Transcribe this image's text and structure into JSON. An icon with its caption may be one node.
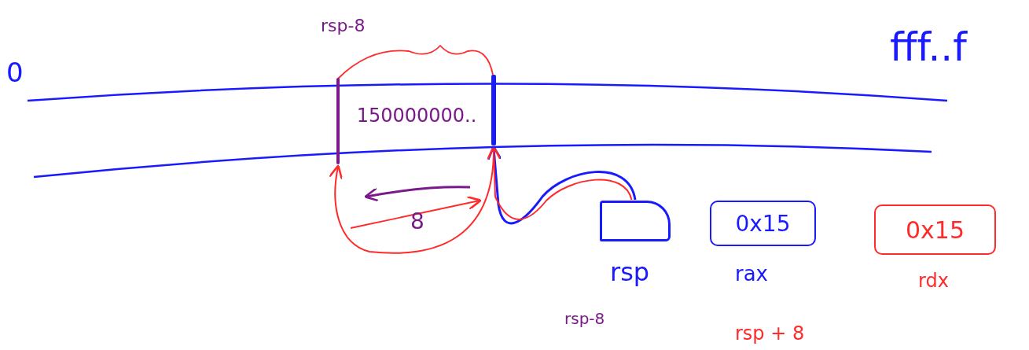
{
  "diagram": {
    "nodes": [
      {
        "text": [],
        "shape": "bar",
        "beside": [
          "0",
          "fff..f"
        ]
      },
      {
        "text": [
          "150000000.."
        ],
        "in": 0
      },
      {
        "text": [],
        "shape": "bar",
        "in": 0
      },
      {
        "text": [],
        "shape": "bar",
        "in": 0
      },
      {
        "text": [],
        "shape": "box",
        "beside": [
          "rsp"
        ]
      },
      {
        "text": [
          "0x15"
        ],
        "beside": [
          "rax"
        ]
      },
      {
        "text": [
          "0x15"
        ],
        "beside": [
          "rdx"
        ]
      }
    ],
    "edges": [
      {
        "from": 4,
        "to": 3,
        "arrow": "to",
        "color": "#1a1aff"
      },
      {
        "from": 4,
        "to": 3,
        "arrow": "to",
        "color": "#ff2a2a"
      },
      {
        "from": 3,
        "to": 2,
        "arrow": "to",
        "color": "#ff2a2a"
      }
    ],
    "labels": [
      "rsp-8",
      "8",
      "rsp-8",
      "rsp + 8"
    ]
  }
}
